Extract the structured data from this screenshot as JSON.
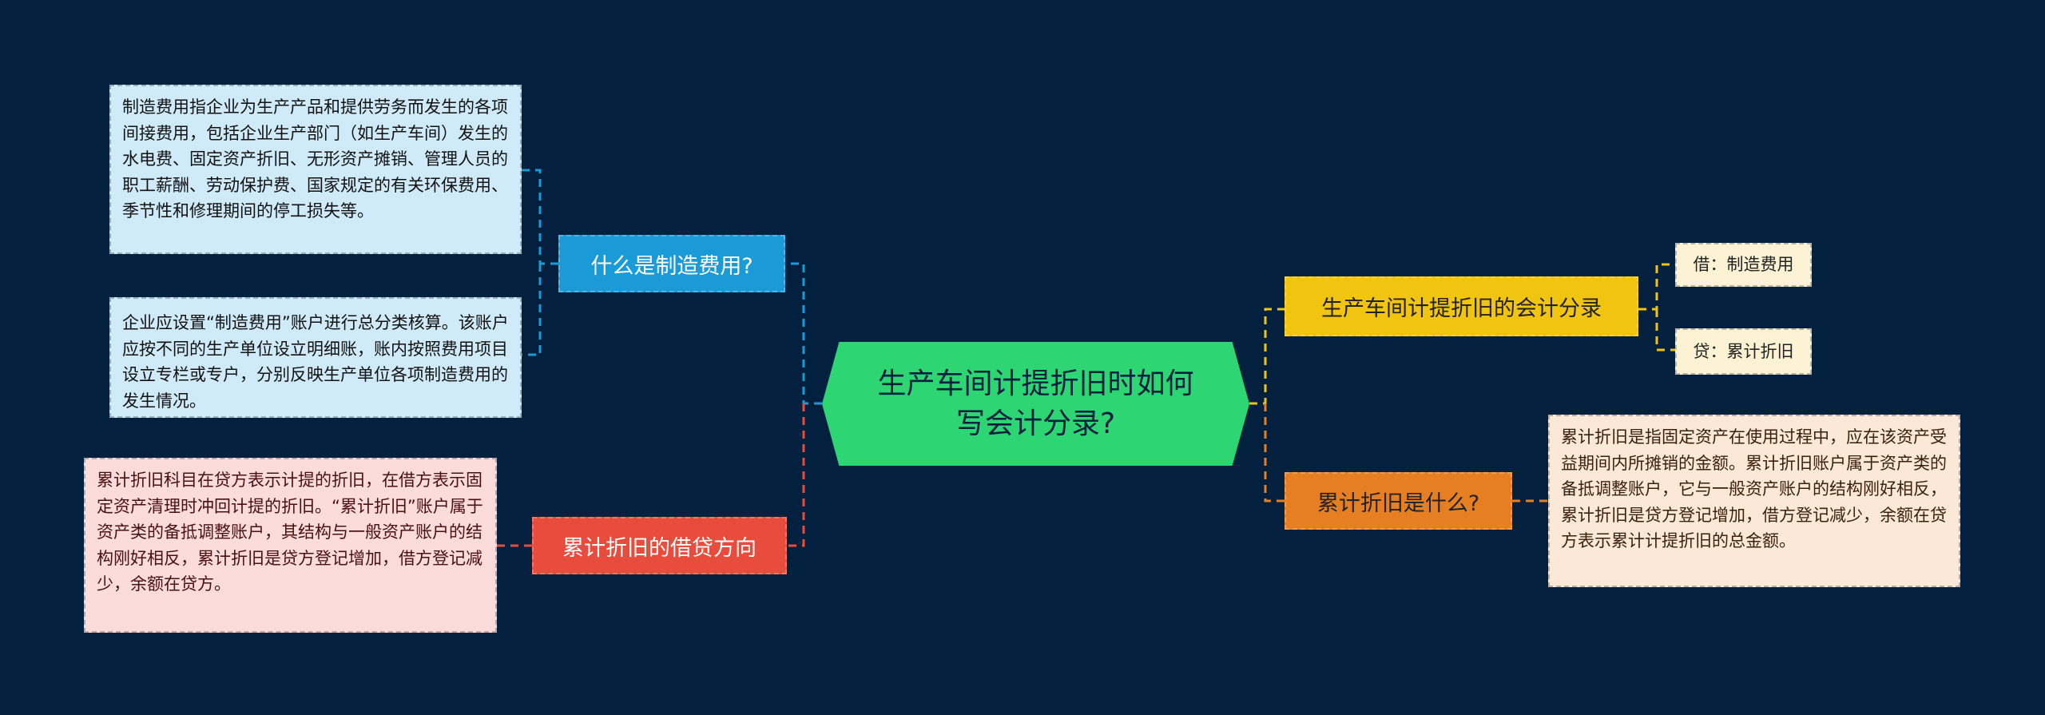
{
  "center": {
    "title": "生产车间计提折旧时如何写会计分录?"
  },
  "left": [
    {
      "label": "什么是制造费用?",
      "color": "#1a9ad6",
      "notes": [
        "制造费用指企业为生产产品和提供劳务而发生的各项间接费用，包括企业生产部门（如生产车间）发生的水电费、固定资产折旧、无形资产摊销、管理人员的职工薪酬、劳动保护费、国家规定的有关环保费用、季节性和修理期间的停工损失等。",
        "企业应设置“制造费用”账户进行总分类核算。该账户应按不同的生产单位设立明细账，账内按照费用项目设立专栏或专户，分别反映生产单位各项制造费用的发生情况。"
      ]
    },
    {
      "label": "累计折旧的借贷方向",
      "color": "#e74c3c",
      "notes": [
        "累计折旧科目在贷方表示计提的折旧，在借方表示固定资产清理时冲回计提的折旧。“累计折旧”账户属于资产类的备抵调整账户，其结构与一般资产账户的结构刚好相反，累计折旧是贷方登记增加，借方登记减少，余额在贷方。"
      ]
    }
  ],
  "right": [
    {
      "label": "生产车间计提折旧的会计分录",
      "color": "#f1c40f",
      "leaves": [
        "借：制造费用",
        "贷：累计折旧"
      ]
    },
    {
      "label": "累计折旧是什么?",
      "color": "#e67e22",
      "notes": [
        "累计折旧是指固定资产在使用过程中，应在该资产受益期间内所摊销的金额。累计折旧账户属于资产类的备抵调整账户，它与一般资产账户的结构刚好相反，累计折旧是贷方登记增加，借方登记减少，余额在贷方表示累计计提折旧的总金额。"
      ]
    }
  ]
}
